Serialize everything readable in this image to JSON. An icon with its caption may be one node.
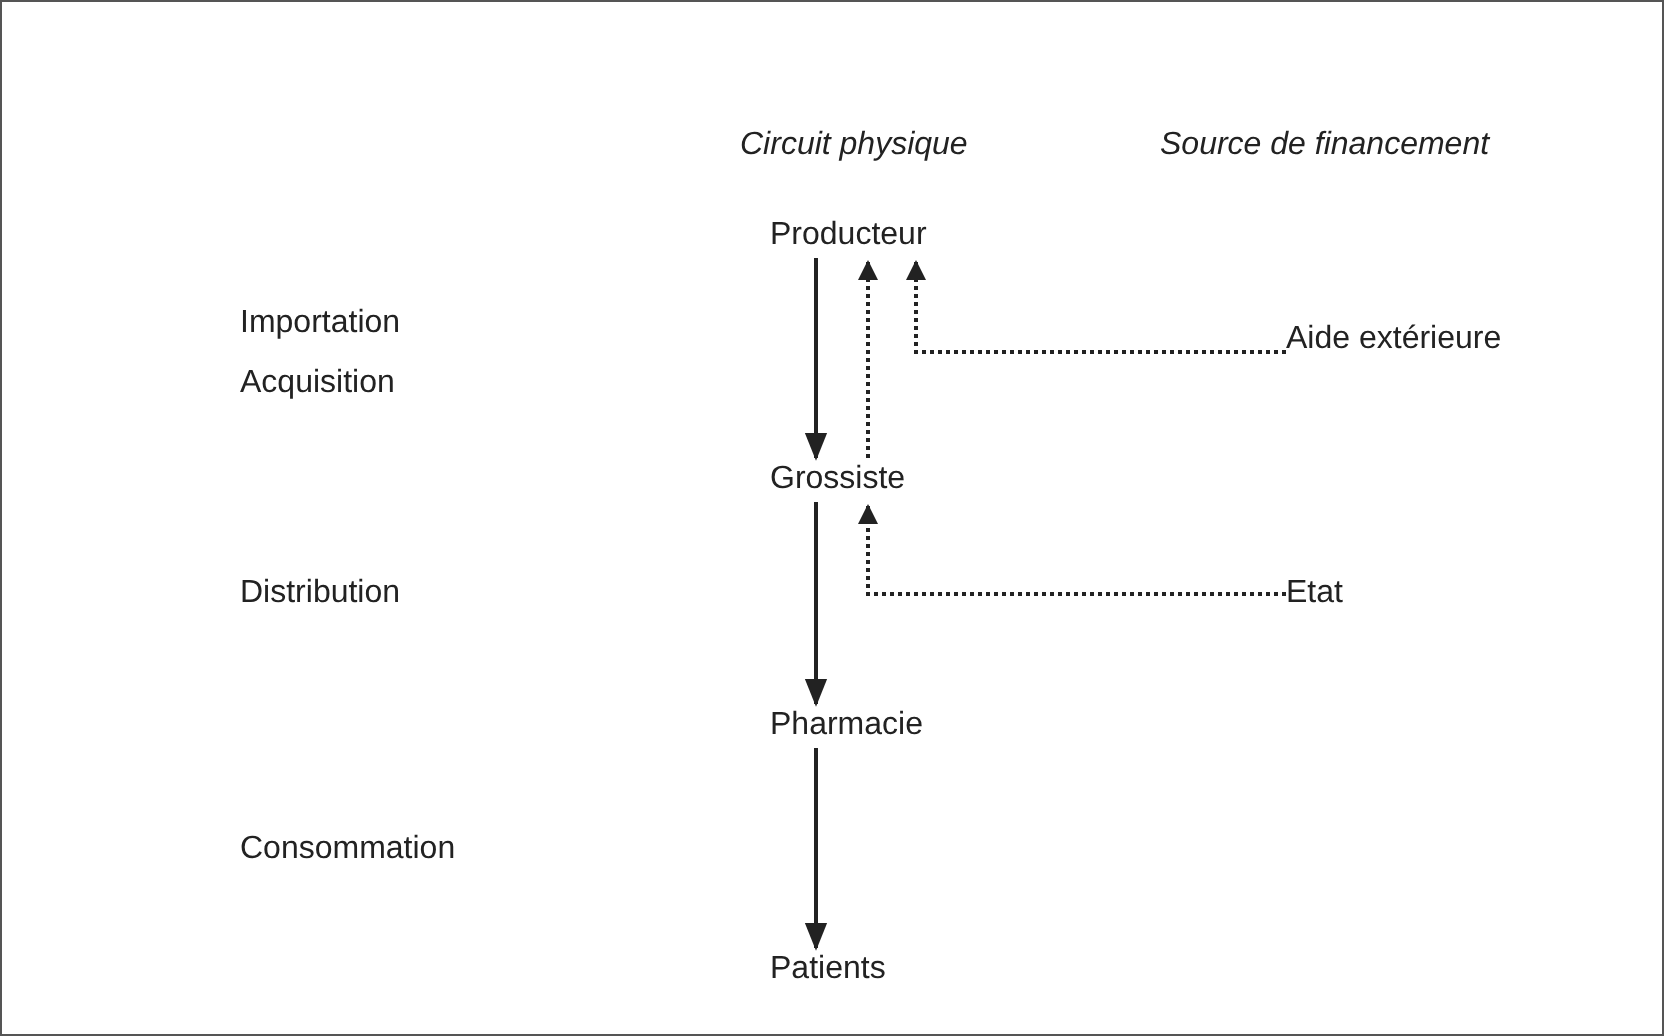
{
  "diagram": {
    "nodes": [
      {
        "text": [
          "Producteur"
        ]
      },
      {
        "text": [
          "Grossiste"
        ]
      },
      {
        "text": [
          "Pharmacie"
        ]
      },
      {
        "text": [
          "Patients"
        ]
      },
      {
        "text": [
          "Aide extérieure"
        ]
      },
      {
        "text": [
          "Etat"
        ]
      }
    ],
    "edges": [
      {
        "from": 0,
        "to": 1,
        "arrow": "to"
      },
      {
        "from": 1,
        "to": 0,
        "arrow": "to",
        "style": "dashed"
      },
      {
        "from": 4,
        "to": 0,
        "arrow": "to",
        "style": "dashed"
      },
      {
        "from": 1,
        "to": 2,
        "arrow": "to"
      },
      {
        "from": 5,
        "to": 1,
        "arrow": "to",
        "style": "dashed"
      },
      {
        "from": 2,
        "to": 3,
        "arrow": "to"
      }
    ],
    "labels": [
      "Circuit physique",
      "Source de financement",
      "Importation Acquisition",
      "Distribution",
      "Consommation"
    ]
  }
}
